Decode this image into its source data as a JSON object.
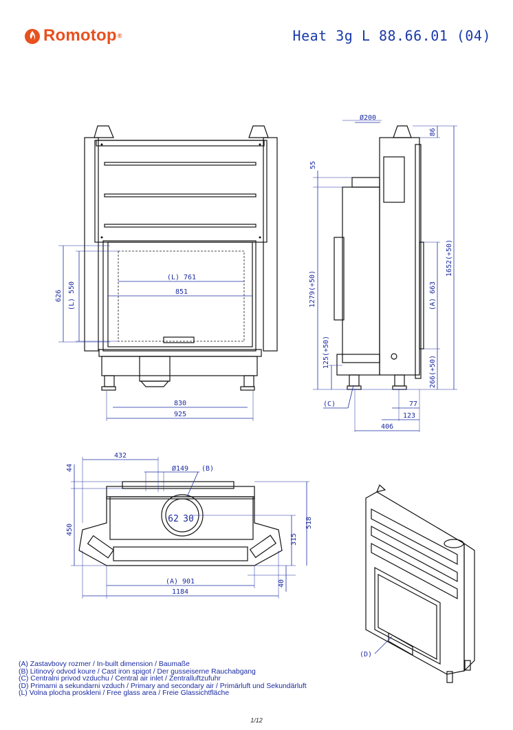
{
  "header": {
    "brand": "Romotop",
    "brand_reg": "®",
    "model": "Heat 3g L 88.66.01 (04)"
  },
  "front_view": {
    "glass_width_label": "(L) 761",
    "inner_width_label": "851",
    "width_830": "830",
    "width_925": "925",
    "height_626": "626",
    "glass_height_label": "(L) 550"
  },
  "side_view": {
    "flue_dia": "Ø200",
    "top_86": "86",
    "h_55": "55",
    "h_1279": "1279(+50)",
    "h_1652": "1652(+50)",
    "h_663": "(A) 663",
    "h_125": "125(+50)",
    "h_266": "266(+50)",
    "d_77": "77",
    "d_123": "123",
    "d_406": "406",
    "callout_c": "(C)"
  },
  "top_view": {
    "d_432": "432",
    "d_44": "44",
    "dia_149": "Ø149",
    "callout_b": "(B)",
    "tag_62": "62",
    "tag_30": "30",
    "d_450": "450",
    "d_315": "315",
    "d_518": "518",
    "d_40": "40",
    "w_901": "(A) 901",
    "w_1184": "1184"
  },
  "iso_view": {
    "callout_d": "(D)"
  },
  "legend": [
    "(A)  Zastavbovy rozmer / In-built dimension / Baumaße",
    "(B)  Litinový odvod koure / Cast iron spigot / Der gusseiserne Rauchabgang",
    "(C)  Centralni privod vzduchu / Central air inlet / Zentralluftzufuhr",
    "(D)  Primarni a sekundarni vzduch / Primary and secondary air / Primärluft und Sekundärluft",
    "(L)  Volna plocha proskleni / Free glass area / Freie Glassichtfläche"
  ],
  "page_number": "1/12",
  "colors": {
    "brand": "#e8501e",
    "annotation": "#1a2aa0",
    "line": "#111111"
  }
}
